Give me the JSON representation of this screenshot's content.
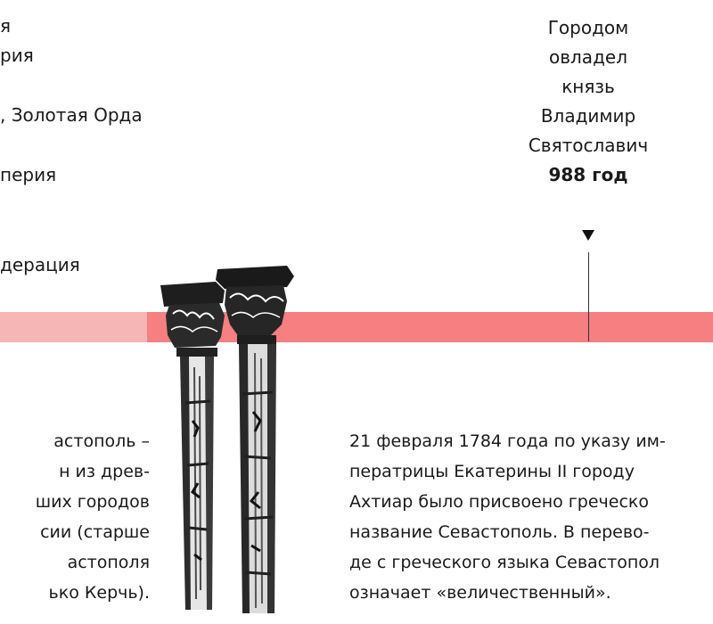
{
  "legend": {
    "items": [
      "я",
      "рия",
      ", Золотая Орда",
      "перия",
      "дерация"
    ]
  },
  "event": {
    "lines": [
      "Городом",
      "овладел",
      "князь",
      "Владимир",
      "Святославич"
    ],
    "year": "988 год"
  },
  "colors": {
    "band_main": "#f67f82",
    "band_light": "#f7b6b6"
  },
  "paragraphs": {
    "left": [
      "астополь –",
      "н из древ-",
      "ших городов",
      "сии (старше",
      "астополя",
      "ько Керчь)."
    ],
    "right": [
      "21 февраля 1784 года по указу им-",
      "ператрицы Екатерины II городу",
      "Ахтиар было присвоено греческо",
      "название Севастополь. В перево-",
      "де с греческого языка Севастопол",
      "означает «величественный»."
    ]
  },
  "illustration": {
    "icon": "ancient-columns-icon"
  }
}
